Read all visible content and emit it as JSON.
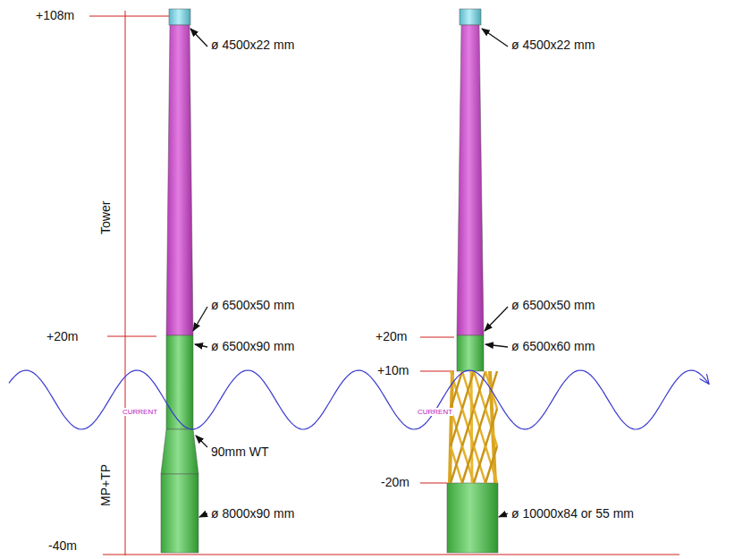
{
  "diagram": {
    "labels": [
      "+108m",
      "ø 4500x22 mm",
      "ø 4500x22 mm",
      "Tower",
      "+20m",
      "ø 6500x50 mm",
      "ø 6500x90 mm",
      "+20m",
      "ø 6500x50 mm",
      "ø 6500x60 mm",
      "+10m",
      "CURRENT",
      "CURRENT",
      "90mm WT",
      "-20m",
      "MP+TP",
      "ø 8000x90 mm",
      "ø 10000x84 or 55 mm",
      "-40m"
    ]
  }
}
